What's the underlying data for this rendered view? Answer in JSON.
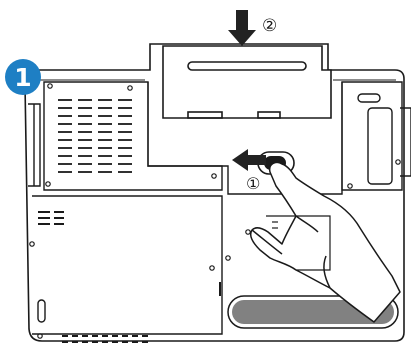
{
  "diagram": {
    "step_badge": "1",
    "step_push_marker": "②",
    "step_slide_marker": "①",
    "colors": {
      "badge": "#1e7fc4",
      "badge_text": "#ffffff",
      "line": "#1a1a1a",
      "background": "#ffffff"
    },
    "icons": [
      "down-arrow-icon",
      "left-arrow-icon",
      "hand-icon"
    ]
  }
}
